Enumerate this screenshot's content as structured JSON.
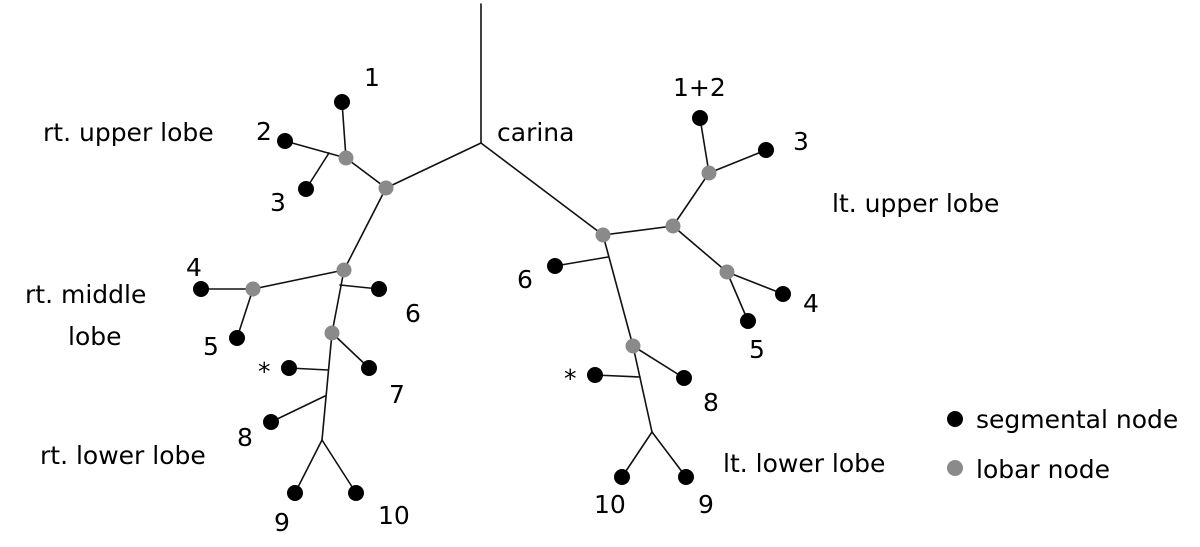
{
  "colors": {
    "segmental": "#000000",
    "lobar": "#8a8a8a",
    "line": "#111111"
  },
  "labels": {
    "carina": "carina",
    "rt_upper_lobe": "rt. upper lobe",
    "rt_middle_lobe_1": "rt. middle",
    "rt_middle_lobe_2": "lobe",
    "rt_lower_lobe": "rt. lower lobe",
    "lt_upper_lobe": "lt. upper lobe",
    "lt_lower_lobe": "lt. lower lobe"
  },
  "segment_numbers": {
    "r1": "1",
    "r2": "2",
    "r3": "3",
    "r4": "4",
    "r5": "5",
    "r6": "6",
    "r7": "7",
    "r8": "8",
    "r9": "9",
    "r10": "10",
    "r_star": "*",
    "l12": "1+2",
    "l3": "3",
    "l4": "4",
    "l5": "5",
    "l6": "6",
    "l8": "8",
    "l9": "9",
    "l10": "10",
    "l_star": "*"
  },
  "legend": {
    "segmental": "segmental node",
    "lobar": "lobar node"
  }
}
